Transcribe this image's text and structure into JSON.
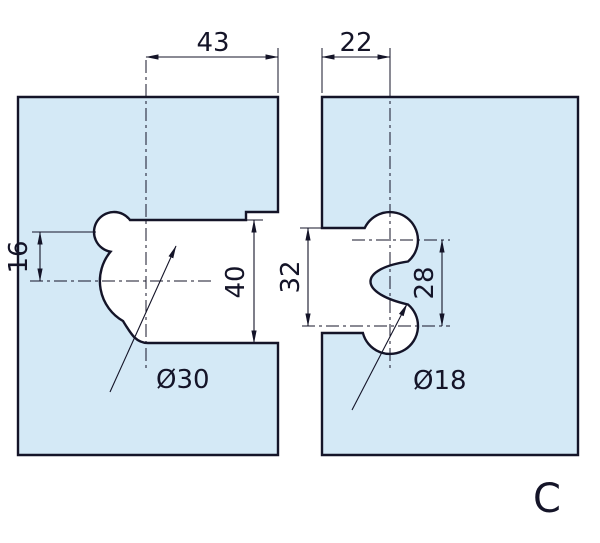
{
  "drawing": {
    "type": "technical-dimension-drawing",
    "dimensions": {
      "left_cutout_width": "43",
      "right_notch_width": "22",
      "left_small_offset": "16",
      "left_cutout_height": "40",
      "right_notch_height": "32",
      "right_hole_spacing": "28",
      "left_diameter": "Ø30",
      "right_diameter": "Ø18"
    },
    "section_label": "C",
    "colors": {
      "plate_fill": "#d4e9f6",
      "line": "#141428",
      "background": "#ffffff"
    }
  }
}
